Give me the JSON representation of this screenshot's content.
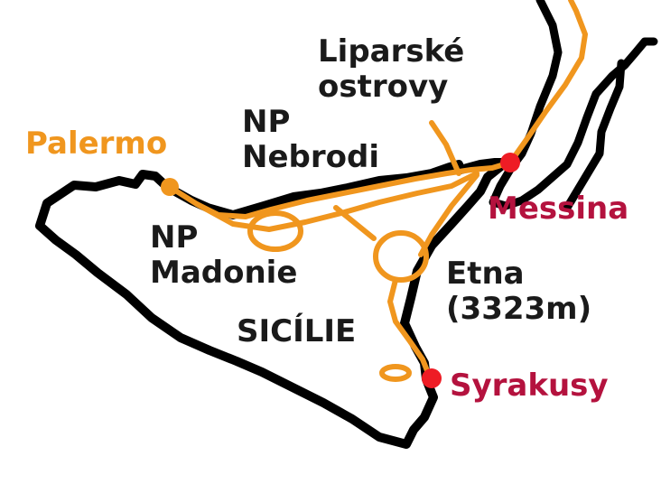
{
  "colors": {
    "coast": "#000000",
    "route": "#f0961e",
    "city_marker": "#ee1c25",
    "city_label": "#b4123e",
    "start_label": "#f0961e",
    "text": "#1a1a1a",
    "background": "#ffffff"
  },
  "labels": {
    "palermo": "Palermo",
    "messina": "Messina",
    "syrakusy": "Syrakusy",
    "np_nebrodi": "NP\nNebrodi",
    "np_madonie": "NP\nMadonie",
    "liparske_ostrovy": "Liparské\nostrovy",
    "etna": "Etna\n(3323m)",
    "sicilie": "SICÍLIE"
  }
}
